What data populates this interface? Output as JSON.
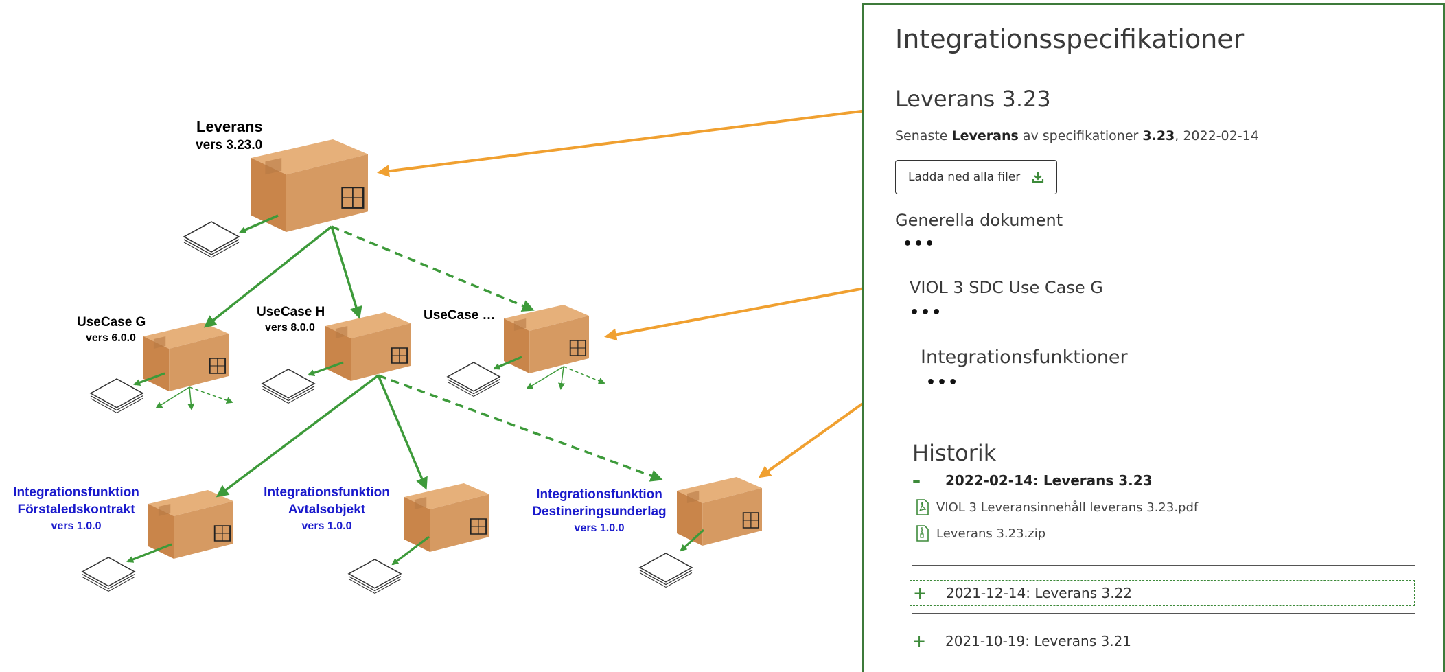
{
  "diagram": {
    "top": {
      "name": "Leverans",
      "version": "vers 3.23.0"
    },
    "usecases": [
      {
        "name": "UseCase G",
        "version": "vers 6.0.0"
      },
      {
        "name": "UseCase H",
        "version": "vers 8.0.0"
      },
      {
        "name": "UseCase …",
        "version": ""
      }
    ],
    "functions": [
      {
        "line1": "Integrationsfunktion",
        "line2": "Förstaledskontrakt",
        "version": "vers 1.0.0"
      },
      {
        "line1": "Integrationsfunktion",
        "line2": "Avtalsobjekt",
        "version": "vers 1.0.0"
      },
      {
        "line1": "Integrationsfunktion",
        "line2": "Destineringsunderlag",
        "version": "vers 1.0.0"
      }
    ],
    "colors": {
      "arrow_green": "#3d9a3a",
      "arrow_orange": "#f0a030",
      "box": "#d69a62",
      "blue_text": "#1a1acc"
    }
  },
  "panel": {
    "title": "Integrationsspecifikationer",
    "release_heading": "Leverans 3.23",
    "latest_prefix": "Senaste ",
    "latest_bold1": "Leverans",
    "latest_mid": " av specifikationer ",
    "latest_bold2": "3.23",
    "latest_suffix": ", 2022-02-14",
    "download_button": "Ladda ned alla filer",
    "download_icon": "download-icon",
    "general_docs": "Generella dokument",
    "dots": "•••",
    "usecase_heading": "VIOL 3 SDC Use Case G",
    "functions_heading": "Integrationsfunktioner",
    "history_heading": "Historik",
    "history": [
      {
        "sign": "–",
        "label": "2022-02-14: Leverans 3.23",
        "expanded": true
      },
      {
        "sign": "+",
        "label": "2021-12-14: Leverans 3.22",
        "expanded": false
      },
      {
        "sign": "+",
        "label": "2021-10-19: Leverans 3.21",
        "expanded": false
      }
    ],
    "files": [
      {
        "icon": "pdf-file-icon",
        "label": "VIOL 3 Leveransinnehåll leverans 3.23.pdf"
      },
      {
        "icon": "zip-file-icon",
        "label": "Leverans 3.23.zip"
      }
    ],
    "colors": {
      "border": "#3d7a3a",
      "accent": "#3d8a3a"
    }
  }
}
